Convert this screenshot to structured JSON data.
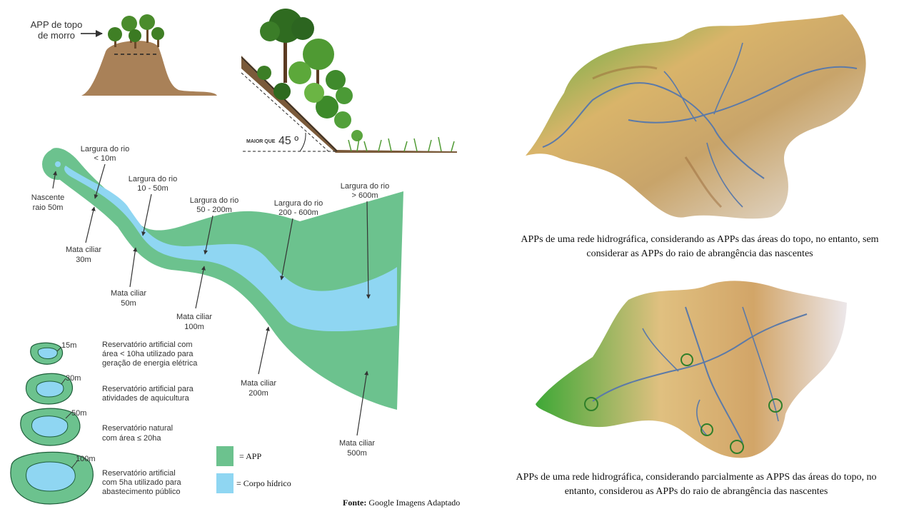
{
  "hilltop": {
    "label_line1": "APP de topo",
    "label_line2": "de morro"
  },
  "slope": {
    "prefix": "MAIOR QUE",
    "angle": "45 º"
  },
  "river": {
    "labels": [
      {
        "l1": "Largura do rio",
        "l2": "< 10m"
      },
      {
        "l1": "Largura do rio",
        "l2": "10 - 50m"
      },
      {
        "l1": "Largura do rio",
        "l2": "50 - 200m"
      },
      {
        "l1": "Largura do rio",
        "l2": "200 - 600m"
      },
      {
        "l1": "Largura do rio",
        "l2": "> 600m"
      }
    ],
    "nascente": {
      "l1": "Nascente",
      "l2": "raio 50m"
    },
    "mata": [
      {
        "l1": "Mata ciliar",
        "l2": "30m"
      },
      {
        "l1": "Mata ciliar",
        "l2": "50m"
      },
      {
        "l1": "Mata ciliar",
        "l2": "100m"
      },
      {
        "l1": "Mata ciliar",
        "l2": "200m"
      },
      {
        "l1": "Mata ciliar",
        "l2": "500m"
      }
    ]
  },
  "reservoirs": [
    {
      "dist": "15m",
      "l1": "Reservatório artificial com",
      "l2": "área < 10ha utilizado para",
      "l3": "geração de energia elétrica"
    },
    {
      "dist": "30m",
      "l1": "Reservatório artificial para",
      "l2": "atividades de aquicultura",
      "l3": ""
    },
    {
      "dist": "50m",
      "l1": "Reservatório natural",
      "l2": "com área ≤ 20ha",
      "l3": ""
    },
    {
      "dist": "100m",
      "l1": "Reservatório artificial",
      "l2": "com 5ha utilizado para",
      "l3": "abastecimento público"
    }
  ],
  "legend": {
    "app": {
      "label": "= APP",
      "color": "#6cc28e"
    },
    "water": {
      "label": "= Corpo hídrico",
      "color": "#8fd6f2"
    }
  },
  "source": {
    "bold": "Fonte:",
    "text": "Google Imagens Adaptado"
  },
  "captions": {
    "top": "APPs de uma rede hidrográfica,  considerando  as APPs das áreas do topo, no entanto,  sem considerar  as APPs do raio de abrangência  das nascentes",
    "bottom": "APPs de uma rede hidrográfica,  considerando  parcialmente  as APPS das áreas do topo, no entanto,  considerou  as APPs do raio de abrangência  das nascentes"
  }
}
